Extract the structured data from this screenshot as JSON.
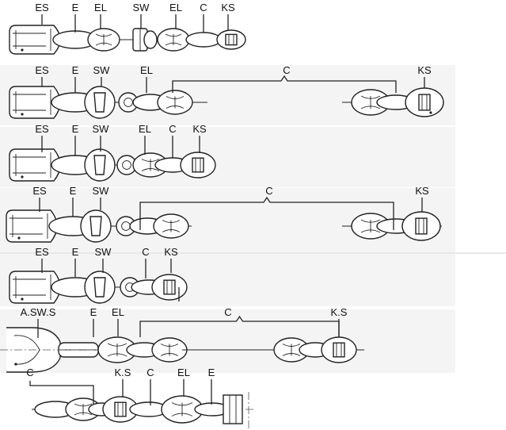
{
  "rows": [
    {
      "labels": [
        "ES",
        "E",
        "EL",
        "SW",
        "EL",
        "C",
        "KS"
      ]
    },
    {
      "labels": [
        "ES",
        "E",
        "SW",
        "EL",
        "C",
        "KS"
      ]
    },
    {
      "labels": [
        "ES",
        "E",
        "SW",
        "EL",
        "C",
        "KS"
      ]
    },
    {
      "labels": [
        "ES",
        "E",
        "SW",
        "C",
        "KS"
      ]
    },
    {
      "labels": [
        "ES",
        "E",
        "SW",
        "C",
        "KS"
      ]
    },
    {
      "labels": [
        "A.SW.S",
        "E",
        "EL",
        "C",
        "K.S"
      ]
    },
    {
      "labels": [
        "C",
        "K.S",
        "C",
        "EL",
        "E"
      ]
    }
  ]
}
